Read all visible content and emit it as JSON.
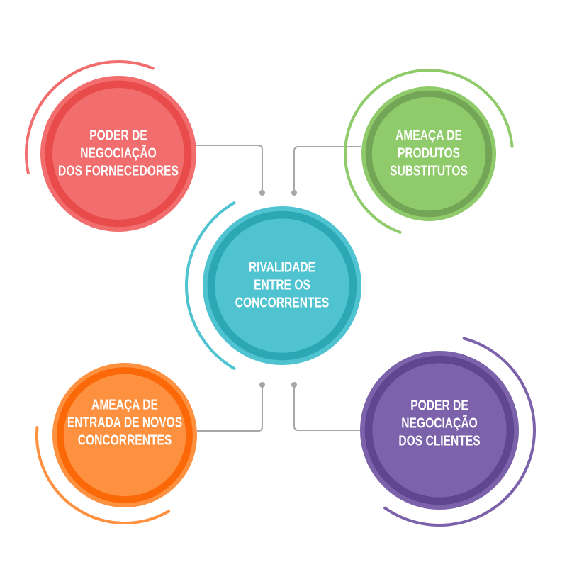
{
  "nodes": [
    {
      "id": "fornecedores",
      "lines": [
        "PODER DE",
        "NEGOCIAÇÃO",
        "DOS FORNECEDORES"
      ],
      "colors": {
        "light": "#f26d6e",
        "dark": "#e84b4a"
      }
    },
    {
      "id": "substitutos",
      "lines": [
        "AMEAÇA DE",
        "PRODUTOS",
        "SUBSTITUTOS"
      ],
      "colors": {
        "light": "#8fcb6b",
        "dark": "#72a556"
      }
    },
    {
      "id": "rivalidade",
      "lines": [
        "RIVALIDADE",
        "ENTRE OS",
        "CONCORRENTES"
      ],
      "colors": {
        "light": "#4fc3d0",
        "dark": "#2ba8b3"
      }
    },
    {
      "id": "novos-concorrentes",
      "lines": [
        "AMEAÇA DE",
        "ENTRADA DE NOVOS",
        "CONCORRENTES"
      ],
      "colors": {
        "light": "#fd9140",
        "dark": "#fb6808"
      }
    },
    {
      "id": "clientes",
      "lines": [
        "PODER DE",
        "NEGOCIAÇÃO",
        "DOS CLIENTES"
      ],
      "colors": {
        "light": "#7b62ab",
        "dark": "#5e4690"
      }
    }
  ],
  "connector_color": "#a7a7a7"
}
